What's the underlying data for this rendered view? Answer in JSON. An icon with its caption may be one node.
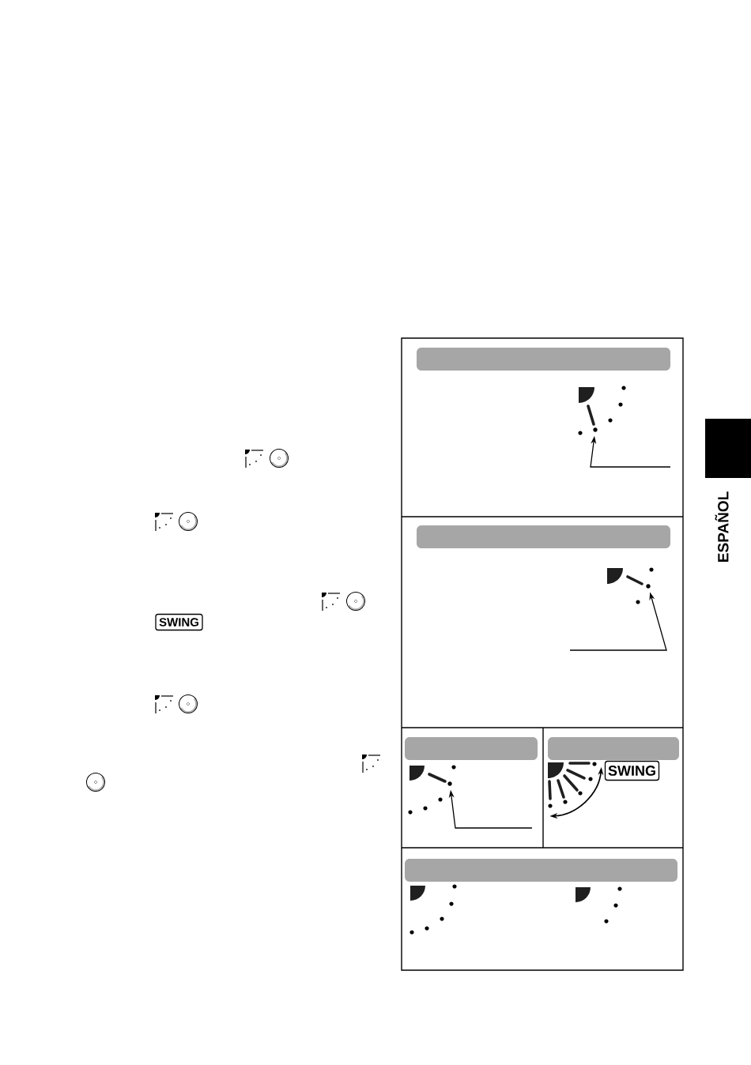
{
  "diagram": {
    "nodes": [
      {
        "text": [
          "SWING"
        ]
      },
      {
        "text": [],
        "shape": "circle"
      },
      {
        "text": [],
        "shape": "circle"
      },
      {
        "text": [],
        "shape": "circle"
      },
      {
        "text": [
          "SWING"
        ]
      },
      {
        "text": [],
        "shape": "box",
        "beside": [
          "ESPAÑOL"
        ]
      }
    ],
    "edges": [
      {
        "from": null,
        "to": 1,
        "arrow": "to"
      },
      {
        "from": null,
        "to": 2,
        "arrow": "to"
      },
      {
        "from": null,
        "to": 3,
        "arrow": "to"
      }
    ]
  }
}
